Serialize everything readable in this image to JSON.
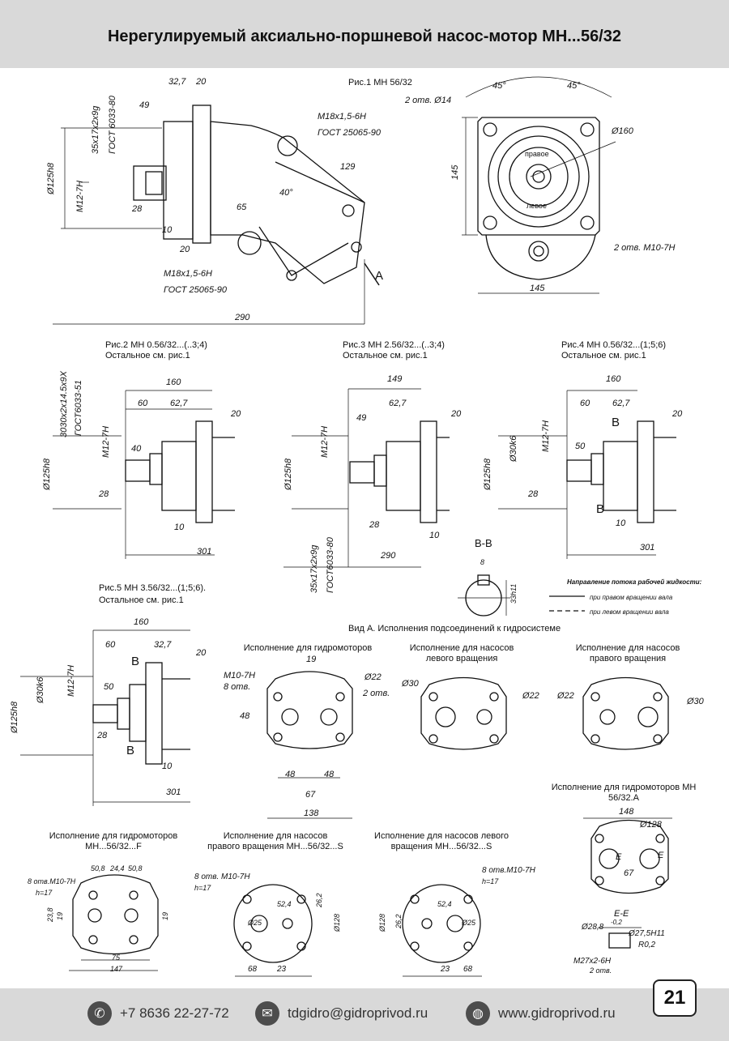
{
  "header": {
    "title": "Нерегулируемый аксиально-поршневой насос-мотор МН...56/32"
  },
  "figures": {
    "fig1": {
      "caption": "Рис.1 МН 56/32",
      "dims": [
        "32,7",
        "20",
        "49",
        "35x17x2x9g",
        "ГОСТ 6033-80",
        "Ø125h8",
        "M12-7H",
        "28",
        "10",
        "20",
        "M18x1,5-6H",
        "ГОСТ 25065-90",
        "129",
        "40°",
        "65",
        "M18x1,5-6H",
        "ГОСТ 25065-90",
        "290",
        "A",
        "2 отв. Ø14",
        "45°",
        "45°",
        "Ø160",
        "145",
        "145",
        "2 отв. M10-7H",
        "правое",
        "левое"
      ]
    },
    "fig2": {
      "caption": "Рис.2  МН 0.56/32...(..3;4)",
      "note": "Остальное см. рис.1",
      "dims": [
        "3030x2x14.5x9X",
        "ГОСТ6033-51",
        "160",
        "60",
        "62,7",
        "20",
        "40",
        "M12-7H",
        "Ø125h8",
        "28",
        "10",
        "301"
      ]
    },
    "fig3": {
      "caption": "Рис.3 МН 2.56/32...(..3;4)",
      "note": "Остальное см. рис.1",
      "dims": [
        "149",
        "62,7",
        "49",
        "20",
        "M12-7H",
        "Ø125h8",
        "28",
        "10",
        "290",
        "35x17x2x9g",
        "ГОСТ6033-80"
      ]
    },
    "fig4": {
      "caption": "Рис.4  МН 0.56/32...(1;5;6)",
      "note": "Остальное см. рис.1",
      "dims": [
        "160",
        "60",
        "62,7",
        "20",
        "B",
        "Ø30k6",
        "M12-7H",
        "50",
        "Ø125h8",
        "28",
        "B",
        "10",
        "301"
      ]
    },
    "section": {
      "title": "B-B",
      "dims": [
        "8",
        "33h11"
      ]
    },
    "flow": {
      "title": "Направление потока рабочей жидкости:",
      "right": "при правом вращении вала",
      "left": "при левом вращении вала"
    },
    "fig5": {
      "caption": "Рис.5  МН 3.56/32...(1;5;6).",
      "note": "Остальное см. рис.1",
      "dims": [
        "160",
        "60",
        "32,7",
        "20",
        "B",
        "Ø30k6",
        "M12-7H",
        "50",
        "Ø125h8",
        "28",
        "B",
        "10",
        "301"
      ]
    },
    "viewA": {
      "title": "Вид А. Исполнения подсоединений к гидросистеме"
    },
    "variants": [
      {
        "title": "Исполнение для гидромоторов",
        "dims": [
          "19",
          "M10-7H",
          "8 отв.",
          "Ø22",
          "2 отв.",
          "48",
          "48",
          "48",
          "67",
          "138"
        ]
      },
      {
        "title": "Исполнение для насосов левого вращения",
        "dims": [
          "Ø30",
          "Ø22"
        ]
      },
      {
        "title": "Исполнение для насосов правого вращения",
        "dims": [
          "Ø22",
          "Ø30"
        ]
      },
      {
        "title": "Исполнение для гидромоторов МН 56/32.А",
        "dims": [
          "148",
          "Ø128",
          "E",
          "E",
          "67",
          "E-E",
          "Ø28,8",
          "-0,2",
          "Ø27,5H11",
          "R0,2",
          "M27x2-6H",
          "2 отв."
        ]
      },
      {
        "title": "Исполнение для гидромоторов МН...56/32...F",
        "dims": [
          "50,8",
          "24,4",
          "50,8",
          "8 отв.M10-7H",
          "h=17",
          "23,8",
          "19",
          "19",
          "75",
          "147"
        ]
      },
      {
        "title": "Исполнение для насосов правого вращения МН...56/32...S",
        "dims": [
          "8 отв. M10-7H",
          "h=17",
          "52,4",
          "26,2",
          "Ø25",
          "Ø128",
          "68",
          "23"
        ]
      },
      {
        "title": "Исполнение для насосов левого вращения МН...56/32...S",
        "dims": [
          "8 отв.M10-7H",
          "h=17",
          "52,4",
          "Ø128",
          "26,2",
          "Ø25",
          "23",
          "68"
        ]
      }
    ]
  },
  "footer": {
    "phone": "+7 8636 22-27-72",
    "email": "tdgidro@gidroprivod.ru",
    "web": "www.gidroprivod.ru",
    "page": "21",
    "phone_icon": "phone-icon",
    "email_icon": "email-icon",
    "web_icon": "globe-icon"
  }
}
